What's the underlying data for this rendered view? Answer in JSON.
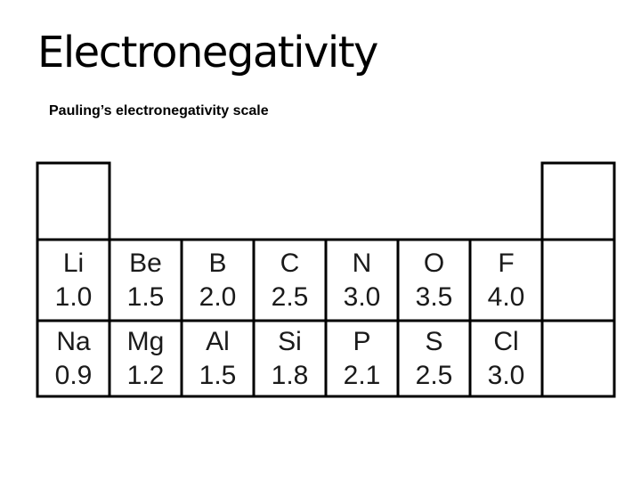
{
  "slide": {
    "title": "Electronegativity",
    "subtitle": "Pauling’s electronegativity scale"
  },
  "table": {
    "row1": [
      {
        "symbol": "Li",
        "value": "1.0"
      },
      {
        "symbol": "Be",
        "value": "1.5"
      },
      {
        "symbol": "B",
        "value": "2.0"
      },
      {
        "symbol": "C",
        "value": "2.5"
      },
      {
        "symbol": "N",
        "value": "3.0"
      },
      {
        "symbol": "O",
        "value": "3.5"
      },
      {
        "symbol": "F",
        "value": "4.0"
      },
      {
        "symbol": "",
        "value": ""
      }
    ],
    "row2": [
      {
        "symbol": "Na",
        "value": "0.9"
      },
      {
        "symbol": "Mg",
        "value": "1.2"
      },
      {
        "symbol": "Al",
        "value": "1.5"
      },
      {
        "symbol": "Si",
        "value": "1.8"
      },
      {
        "symbol": "P",
        "value": "2.1"
      },
      {
        "symbol": "S",
        "value": "2.5"
      },
      {
        "symbol": "Cl",
        "value": "3.0"
      },
      {
        "symbol": "",
        "value": ""
      }
    ]
  },
  "colors": {
    "background": "#ffffff",
    "line": "#000000",
    "text": "#1a1a1a"
  },
  "chart_data": {
    "type": "table",
    "title": "Pauling’s electronegativity scale",
    "rows": [
      {
        "elements": [
          "Li",
          "Be",
          "B",
          "C",
          "N",
          "O",
          "F"
        ],
        "values": [
          1.0,
          1.5,
          2.0,
          2.5,
          3.0,
          3.5,
          4.0
        ]
      },
      {
        "elements": [
          "Na",
          "Mg",
          "Al",
          "Si",
          "P",
          "S",
          "Cl"
        ],
        "values": [
          0.9,
          1.2,
          1.5,
          1.8,
          2.1,
          2.5,
          3.0
        ]
      }
    ]
  }
}
